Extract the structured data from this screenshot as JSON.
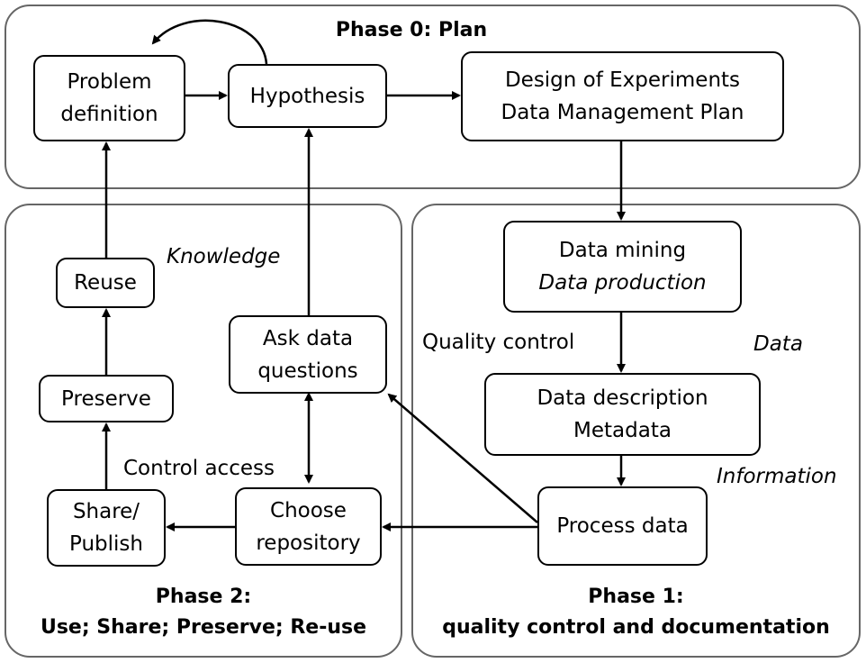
{
  "phases": {
    "plan": {
      "title": "Phase 0: Plan"
    },
    "p1": {
      "title_line1": "Phase 1:",
      "title_line2": "quality control and documentation"
    },
    "p2": {
      "title_line1": "Phase 2:",
      "title_line2": "Use; Share; Preserve; Re-use"
    }
  },
  "nodes": {
    "problem_definition": {
      "line1": "Problem",
      "line2": "definition"
    },
    "hypothesis": {
      "line1": "Hypothesis"
    },
    "design": {
      "line1": "Design of Experiments",
      "line2": "Data Management Plan"
    },
    "data_mining": {
      "line1": "Data mining",
      "line2": "Data production"
    },
    "data_description": {
      "line1": "Data description",
      "line2": "Metadata"
    },
    "process_data": {
      "line1": "Process data"
    },
    "choose_repository": {
      "line1": "Choose",
      "line2": "repository"
    },
    "ask_questions": {
      "line1": "Ask data",
      "line2": "questions"
    },
    "share_publish": {
      "line1": "Share/",
      "line2": "Publish"
    },
    "preserve": {
      "line1": "Preserve"
    },
    "reuse": {
      "line1": "Reuse"
    }
  },
  "labels": {
    "knowledge": "Knowledge",
    "quality_control": "Quality control",
    "data": "Data",
    "information": "Information",
    "control_access": "Control access"
  }
}
